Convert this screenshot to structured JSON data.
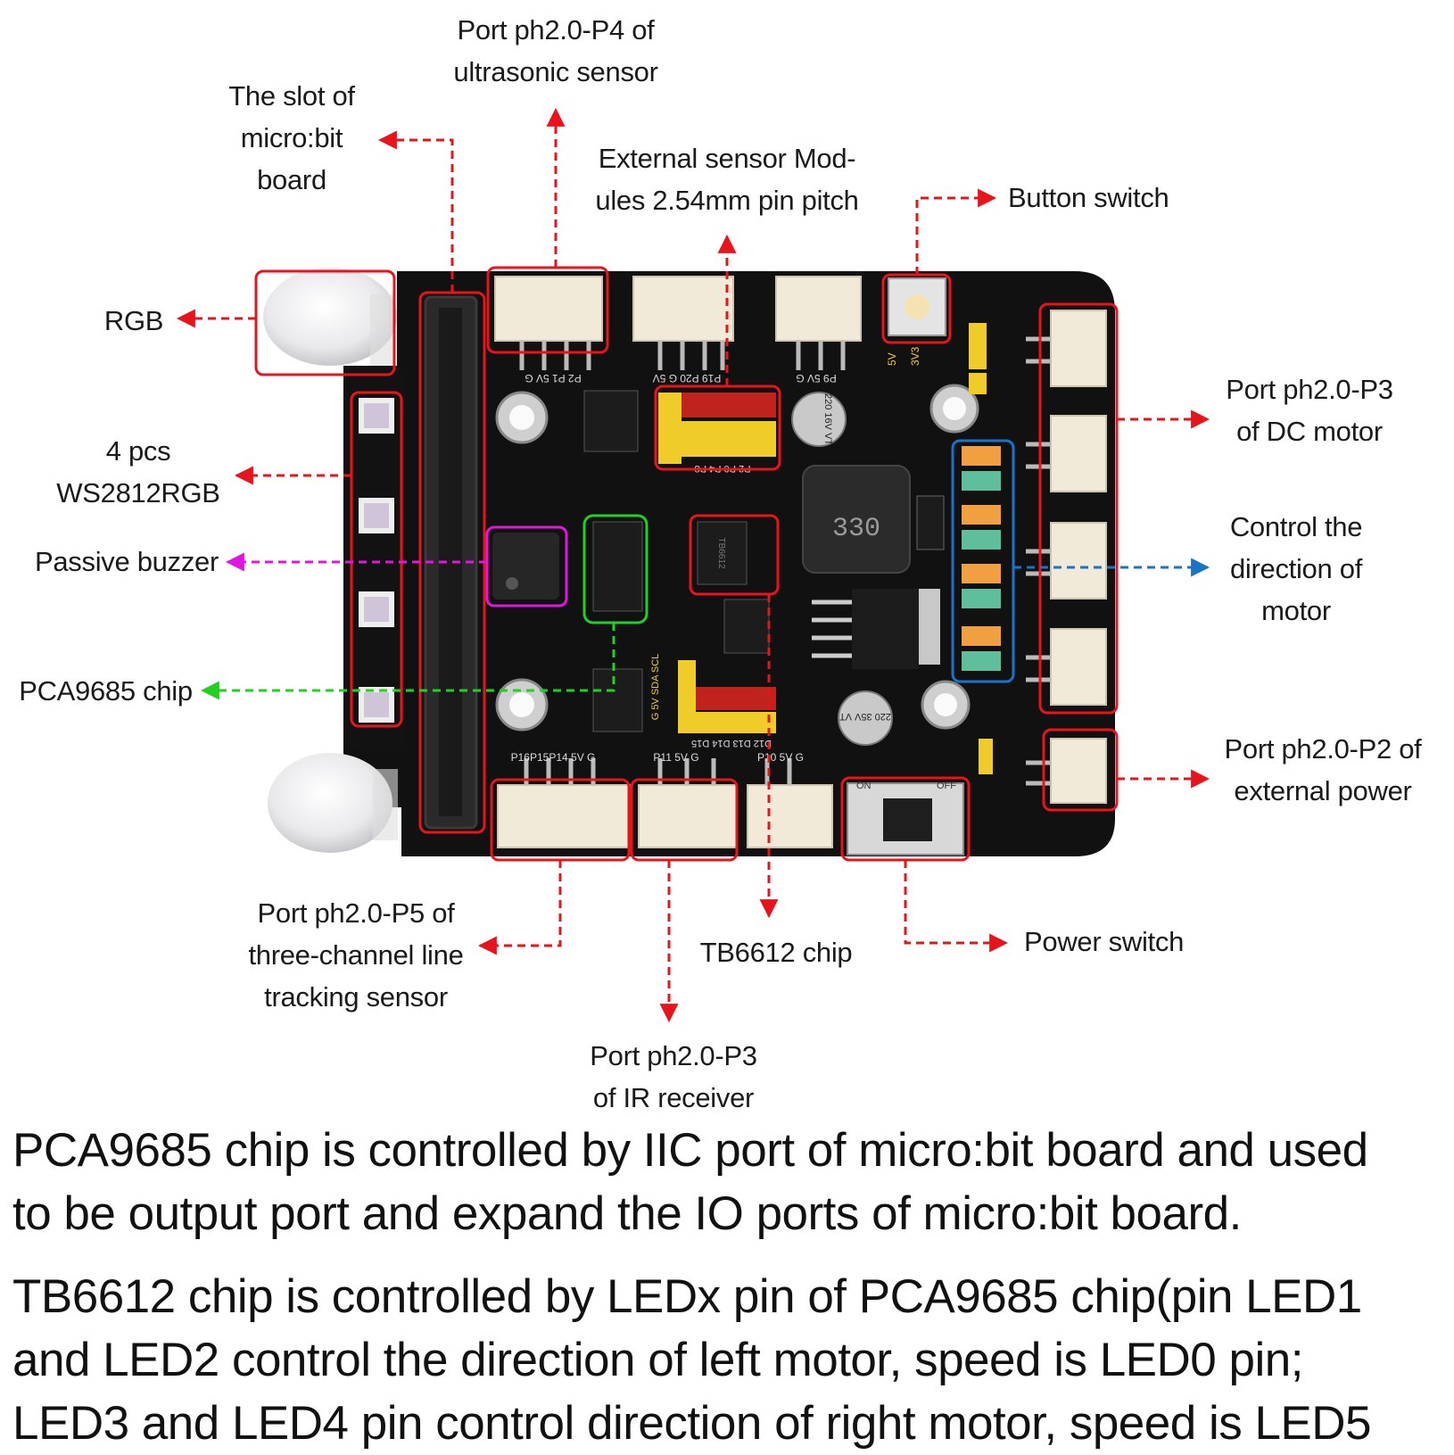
{
  "labels": {
    "slot": [
      "The slot of",
      "micro:bit",
      "board"
    ],
    "ultrasonic": [
      "Port ph2.0-P4 of",
      "ultrasonic sensor"
    ],
    "external_modules": [
      "External sensor Mod-",
      "ules 2.54mm pin pitch"
    ],
    "button_switch": [
      "Button switch"
    ],
    "rgb": [
      "RGB"
    ],
    "ws2812": [
      "4 pcs",
      "WS2812RGB"
    ],
    "buzzer": [
      "Passive buzzer"
    ],
    "pca9685": [
      "PCA9685 chip"
    ],
    "dc_motor_port": [
      "Port ph2.0-P3",
      "of DC motor"
    ],
    "motor_direction": [
      "Control the",
      "direction of",
      "motor"
    ],
    "external_power": [
      "Port ph2.0-P2 of",
      "external power"
    ],
    "line_tracking": [
      "Port ph2.0-P5 of",
      "three-channel line",
      "tracking sensor"
    ],
    "tb6612": [
      "TB6612 chip"
    ],
    "power_switch": [
      "Power switch"
    ],
    "ir_receiver": [
      "Port ph2.0-P3",
      "of IR receiver"
    ]
  },
  "board_silkscreen": {
    "top_left_port": "P2 P1 5V G",
    "top_mid_port": "P19 P20 G 5V",
    "top_right_port": "P9 5V G",
    "bottom_left_port": "P16P15P14 5V G",
    "bottom_mid_port": "P11 5V G",
    "bottom_right_port": "P10 5V G",
    "inductor": "330",
    "cap_top": "220 16V VT",
    "cap_bottom": "220 35V VT",
    "chip_tb": "TB6612",
    "header_bottom": "G 5V SDA SCL",
    "header_bottom_pins": "D12 D13 D14 D15",
    "header_top_pins": "P2 P0 P4 P8",
    "volt_5v": "5V",
    "volt_3v3": "3V3",
    "on": "ON",
    "off": "OFF"
  },
  "paragraphs": [
    [
      "PCA9685 chip is controlled by IIC port of micro:bit board and used",
      "to be output port and expand the IO ports of micro:bit board."
    ],
    [
      "TB6612 chip is controlled by LEDx pin of PCA9685 chip(pin LED1",
      "and LED2 control the direction of left motor, speed is LED0 pin;",
      "LED3 and LED4 pin control direction of right motor, speed is LED5"
    ]
  ],
  "colors": {
    "board": "#111111",
    "highlight_red": "#e8141b",
    "highlight_green": "#22d022",
    "highlight_magenta": "#e016e0",
    "highlight_blue": "#1a73c8",
    "connector": "#f2ead8",
    "jumper_orange": "#f0a040",
    "jumper_green": "#5fbf9c",
    "header_red": "#c0221e",
    "header_yellow": "#f0cc28"
  }
}
